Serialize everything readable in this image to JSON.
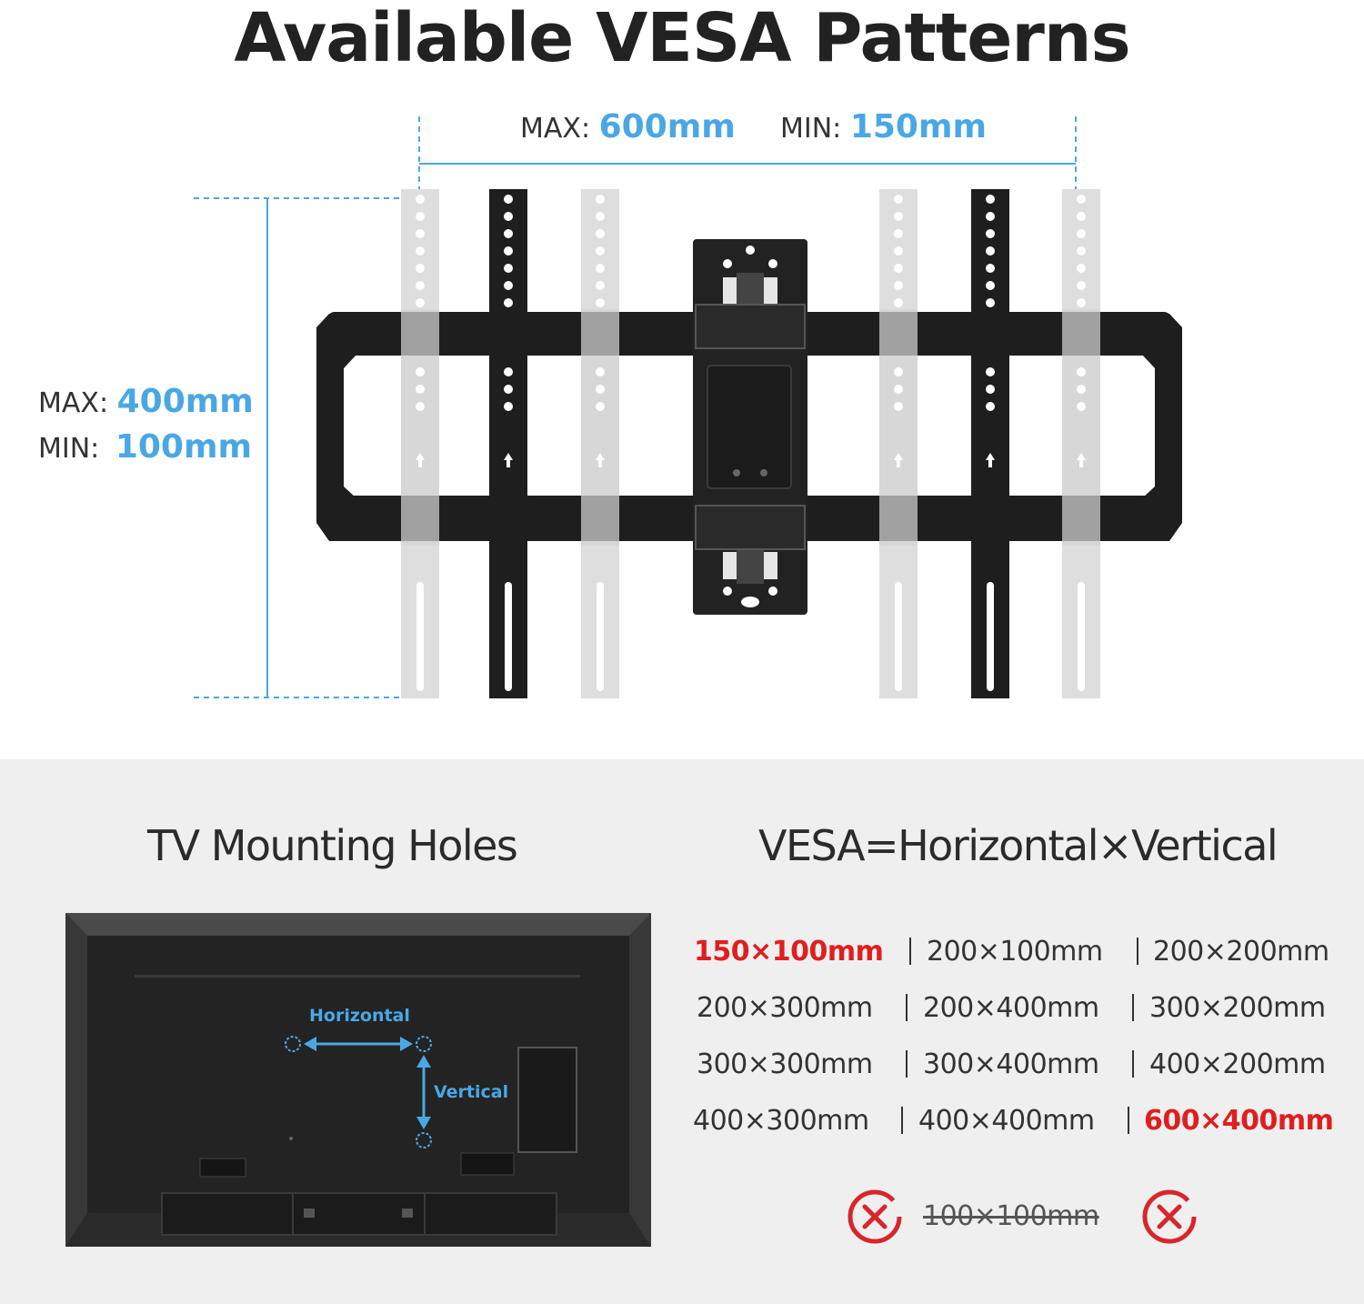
{
  "title": "Available VESA Patterns",
  "horizontal_range": {
    "max_label": "MAX:",
    "max_value": "600mm",
    "min_label": "MIN:",
    "min_value": "150mm"
  },
  "vertical_range": {
    "max_label": "MAX:",
    "max_value": "400mm",
    "min_label": "MIN:",
    "min_value": "100mm"
  },
  "tv_section": {
    "title": "TV Mounting Holes",
    "horizontal_label": "Horizontal",
    "vertical_label": "Vertical"
  },
  "vesa_section": {
    "title": "VESA=Horizontal×Vertical",
    "sizes": [
      [
        "150×100mm",
        "200×100mm",
        "200×200mm"
      ],
      [
        "200×300mm",
        "200×400mm",
        "300×200mm"
      ],
      [
        "300×300mm",
        "300×400mm",
        "400×200mm"
      ],
      [
        "400×300mm",
        "400×400mm",
        "600×400mm"
      ]
    ],
    "excluded": "100×100mm"
  },
  "colors": {
    "accent_blue": "#4aa7e6",
    "highlight_red": "#e01e1e",
    "bracket_black": "#1e1e1e",
    "ghost_gray": "#d8d8d8"
  }
}
